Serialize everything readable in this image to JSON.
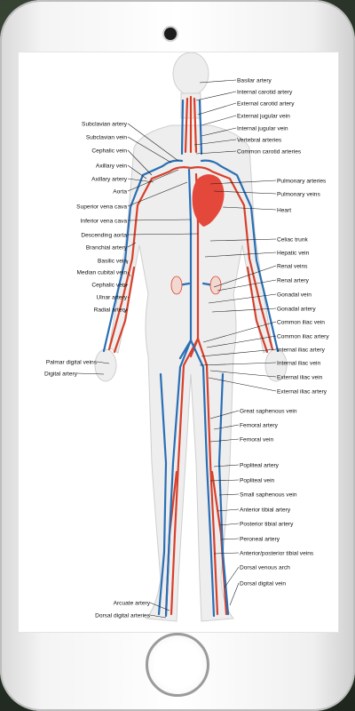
{
  "diagram": {
    "labels_right": [
      "Basilar artery",
      "Internal carotid artery",
      "External carotid artery",
      "External jugular vein",
      "Internal jugular vein",
      "Vertebral arteries",
      "Common carotid arteries",
      "Pulmonary arteries",
      "Pulmonary veins",
      "Heart",
      "Celiac trunk",
      "Hepatic vein",
      "Renal veins",
      "Renal artery",
      "Gonadal vein",
      "Gonadal artery",
      "Common iliac vein",
      "Common iliac artery",
      "Internal iliac artery",
      "Internal iliac vein",
      "External iliac vein",
      "External iliac artery",
      "Great saphenous vein",
      "Femoral artery",
      "Femoral vein",
      "Popliteal artery",
      "Popliteal vein",
      "Small saphenous vein",
      "Anterior tibial artery",
      "Posterior tibial artery",
      "Peroneal artery",
      "Anterior/posterior tibial veins",
      "Dorsal venous arch",
      "Dorsal digital vein"
    ],
    "labels_left": [
      "Subclavian artery",
      "Subclavian vein",
      "Cephalic vein",
      "Axillary vein",
      "Axillary artery",
      "Aorta",
      "Superior vena cava",
      "Inferior vena cava",
      "Descending aorta",
      "Branchial artery",
      "Basilic vein",
      "Median cubital vein",
      "Cephalic vein",
      "Ulnar artery",
      "Radial artery",
      "Palmar digital veins",
      "Digital artery",
      "Arcuate artery",
      "Dorsal digital arteries"
    ],
    "colors": {
      "artery": "#d8402b",
      "vein": "#2a6fb5",
      "heart": "#e4483a",
      "body_fill": "#eeeeee",
      "body_outline": "#cfcfcf"
    }
  }
}
